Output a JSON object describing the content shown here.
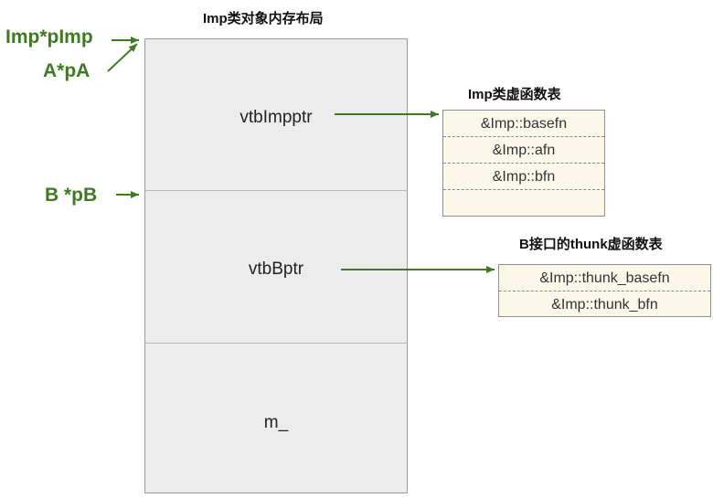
{
  "diagram": {
    "layout_title": "Imp类对象内存布局",
    "pointers": {
      "imp_ptr": "Imp*pImp",
      "a_ptr": "A*pA",
      "b_ptr": "B *pB"
    },
    "object_fields": [
      "vtbImpptr",
      "vtbBptr",
      "m_"
    ],
    "imp_vtable": {
      "title": "Imp类虚函数表",
      "entries": [
        "&Imp::basefn",
        "&Imp::afn",
        "&Imp::bfn",
        ""
      ]
    },
    "b_thunk_vtable": {
      "title": "B接口的thunk虚函数表",
      "entries": [
        "&Imp::thunk_basefn",
        "&Imp::thunk_bfn"
      ]
    },
    "colors": {
      "arrow": "#3f7a23",
      "pointer_text": "#3f7a23",
      "object_fill": "#ececec",
      "vtable_fill": "#fbf8ea"
    }
  }
}
